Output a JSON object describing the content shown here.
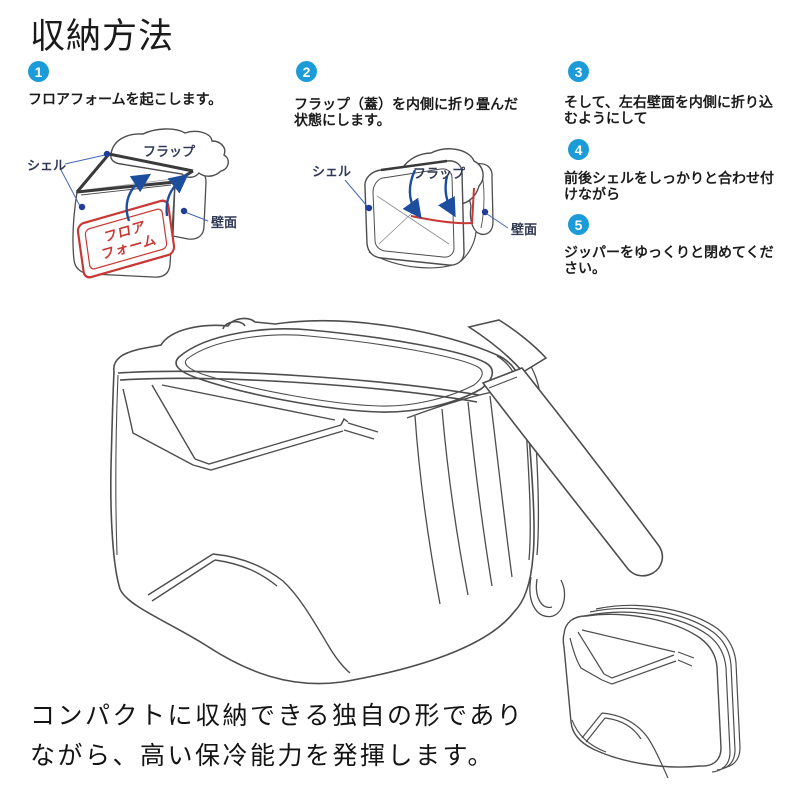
{
  "title": "収納方法",
  "steps": [
    {
      "num": "1",
      "text": "フロアフォームを起こします。"
    },
    {
      "num": "2",
      "text": "フラップ（蓋）を内側に折り畳んだ状態にします。"
    },
    {
      "num": "3",
      "text": "そして、左右壁面を内側に折り込むようにして"
    },
    {
      "num": "4",
      "text": "前後シェルをしっかりと合わせ付けながら"
    },
    {
      "num": "5",
      "text": "ジッパーをゆっくりと閉めてください。"
    }
  ],
  "diagram_labels": {
    "shell": "シェル",
    "flap": "フラップ",
    "wall": "壁面",
    "floor_foam_line1": "フロア",
    "floor_foam_line2": "フォーム"
  },
  "caption": {
    "line1": "コンパクトに収納できる独自の形であり",
    "line2": "ながら、高い保冷能力を発揮します。"
  },
  "colors": {
    "step_badge_blue": "#1b9bd7",
    "foam_red": "#c93734",
    "arrow_blue": "#1d4e9e",
    "line_art_gray": "#4d4d4d"
  }
}
